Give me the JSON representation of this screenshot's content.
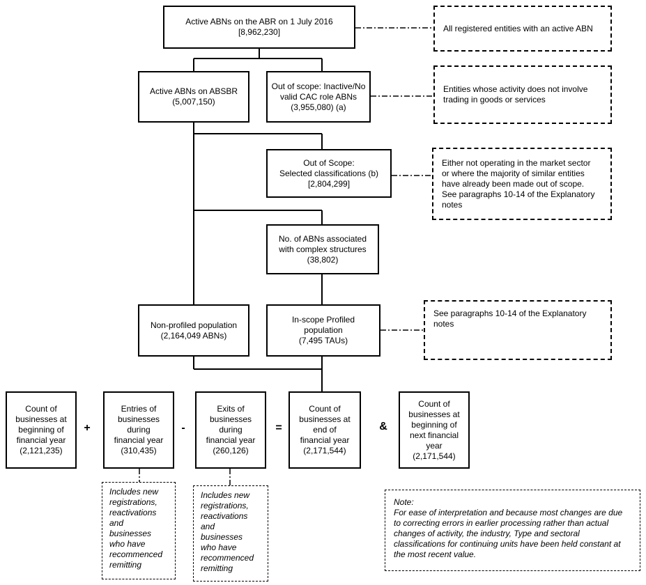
{
  "boxes": {
    "active_abr": "Active  ABNs on the ABR  on 1 July 2016\n[8,962,230]",
    "active_absbr": "Active  ABNs on ABSBR\n(5,007,150)",
    "out_inactive": "Out of scope: Inactive/No\nvalid CAC role ABNs\n(3,955,080)  (a)",
    "out_selected": "Out of Scope:\nSelected classifications (b)\n[2,804,299]",
    "complex": "No. of ABNs associated\nwith complex structures\n(38,802)",
    "non_profiled": "Non-profiled population\n(2,164,049 ABNs)",
    "in_scope": "In-scope Profiled\npopulation\n(7,495 TAUs)",
    "count_begin": "Count of\nbusinesses at\nbeginning of\nfinancial year\n(2,121,235)",
    "entries": "Entries of\nbusinesses\nduring\nfinancial year\n(310,435)",
    "exits": "Exits  of\nbusinesses\nduring\nfinancial year\n(260,126)",
    "count_end": "Count of\nbusinesses at\nend of\nfinancial year\n(2,171,544)",
    "count_next": "Count of\nbusinesses at\nbeginning of\nnext financial\nyear\n(2,171,544)"
  },
  "notes": {
    "registered": "All registered entities with an active ABN",
    "no_trading": "Entities whose activity  does not involve\ntrading in goods or services",
    "market_sector": "Either not operating in the market sector\nor where the majority of similar entities\nhave already been made out of scope.\nSee paragraphs 10-14 of the Explanatory\nnotes",
    "explanatory": "See paragraphs 10-14 of the Explanatory\nnotes",
    "entries_incl": "Includes new\nregistrations,\nreactivations\nand\nbusinesses\nwho have\nrecommenced\nremitting",
    "exits_incl": "Includes new\nregistrations,\nreactivations\nand\nbusinesses\nwho have\nrecommenced\nremitting",
    "interpretation": "Note:\nFor ease of interpretation and because most changes are due\nto correcting errors in earlier processing rather than actual\nchanges of activity, the industry, Type and sectoral\nclassifications for continuing units have been held constant at\nthe most recent value."
  },
  "operators": {
    "plus": "+",
    "minus": "-",
    "equals": "=",
    "and": "&"
  }
}
